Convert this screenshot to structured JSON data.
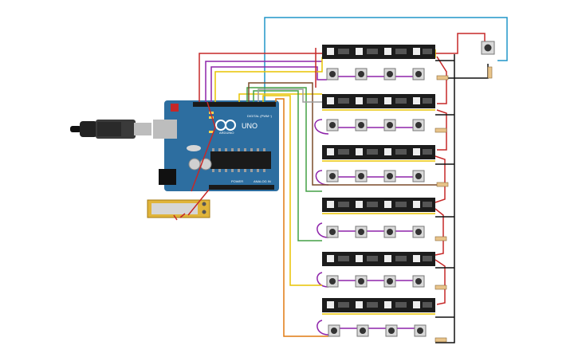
{
  "board": {
    "brand": "ARDUINO",
    "model": "UNO",
    "digital_label": "DIGITAL (PWM~)",
    "power_label": "POWER",
    "analog_label": "ANALOG IN"
  },
  "strip_count": 6,
  "button_rows": 6,
  "colors": {
    "board": "#2d6ea0",
    "strip": "#1c1c1c",
    "red": "#c62828",
    "blue": "#2196c8",
    "purple": "#8e24aa",
    "yellow": "#e8c400",
    "green": "#43a047",
    "orange": "#e07a10",
    "brown": "#7b4b2a",
    "gray": "#9e9e9e",
    "black": "#111111"
  },
  "icons": {
    "usb": "usb-cable-icon",
    "battery": "battery-icon"
  }
}
